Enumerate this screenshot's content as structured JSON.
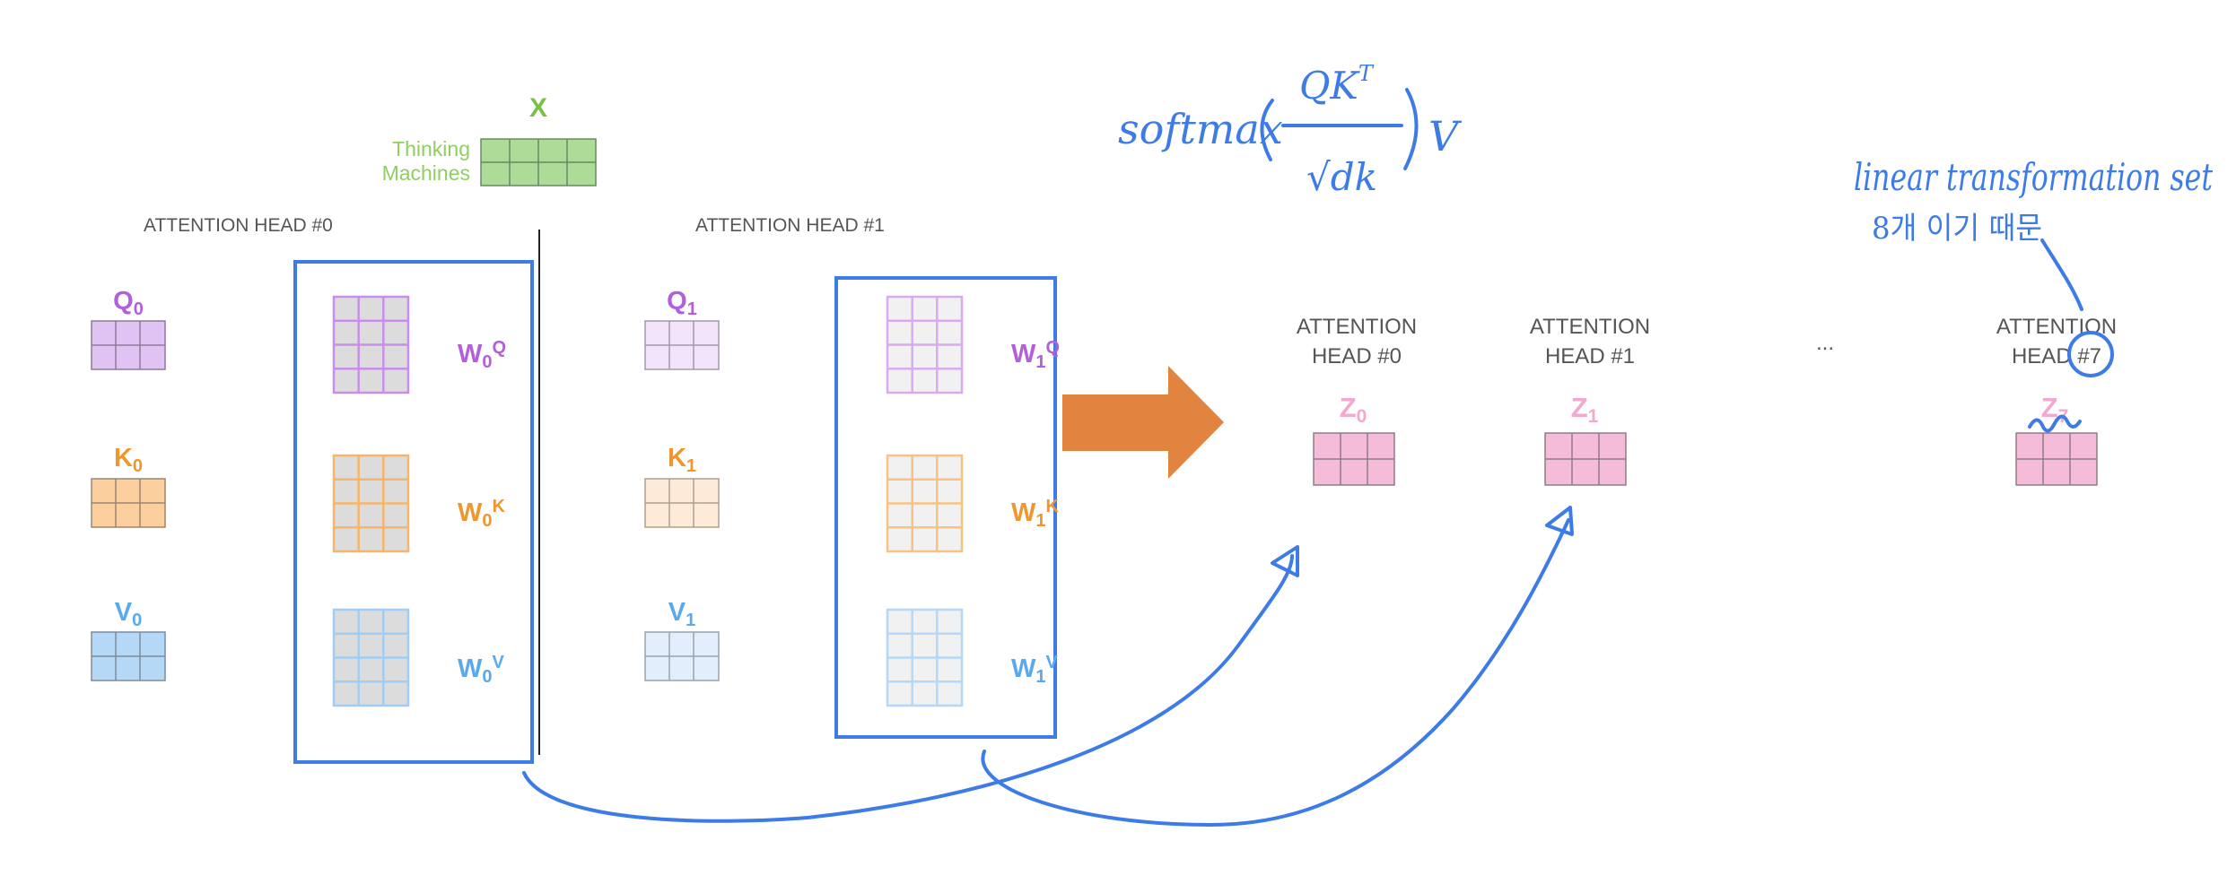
{
  "input": {
    "label": "X",
    "caption_line1": "Thinking",
    "caption_line2": "Machines"
  },
  "heads_left": [
    {
      "title": "ATTENTION HEAD #0",
      "q": {
        "base": "Q",
        "sub": "0"
      },
      "k": {
        "base": "K",
        "sub": "0"
      },
      "v": {
        "base": "V",
        "sub": "0"
      },
      "wq": {
        "base": "W",
        "sub": "0",
        "sup": "Q"
      },
      "wk": {
        "base": "W",
        "sub": "0",
        "sup": "K"
      },
      "wv": {
        "base": "W",
        "sub": "0",
        "sup": "V"
      }
    },
    {
      "title": "ATTENTION HEAD #1",
      "q": {
        "base": "Q",
        "sub": "1"
      },
      "k": {
        "base": "K",
        "sub": "1"
      },
      "v": {
        "base": "V",
        "sub": "1"
      },
      "wq": {
        "base": "W",
        "sub": "1",
        "sup": "Q"
      },
      "wk": {
        "base": "W",
        "sub": "1",
        "sup": "K"
      },
      "wv": {
        "base": "W",
        "sub": "1",
        "sup": "V"
      }
    }
  ],
  "outputs": [
    {
      "title_line1": "ATTENTION",
      "title_line2": "HEAD #0",
      "z": {
        "base": "Z",
        "sub": "0"
      }
    },
    {
      "title_line1": "ATTENTION",
      "title_line2": "HEAD #1",
      "z": {
        "base": "Z",
        "sub": "1"
      }
    },
    {
      "title_line1": "ATTENTION",
      "title_line2": "HEAD #7",
      "z": {
        "base": "Z",
        "sub": "7"
      }
    }
  ],
  "ellipsis": "...",
  "annotations": {
    "formula_prefix": "softmax",
    "formula_numerator": "QK",
    "formula_sup": "T",
    "formula_denominator": "√dk",
    "formula_suffix": "V",
    "note_line1": "linear transformation set",
    "note_line2": "8개 이기 때문"
  },
  "colors": {
    "purple": "#b25fdc",
    "orange": "#f0962e",
    "blue": "#5aa9ee",
    "green": "#7ac143",
    "pink": "#f3a8cf",
    "pen_blue": "#3d7be6",
    "arrow_orange": "#e08440",
    "gray_text": "#555555"
  }
}
